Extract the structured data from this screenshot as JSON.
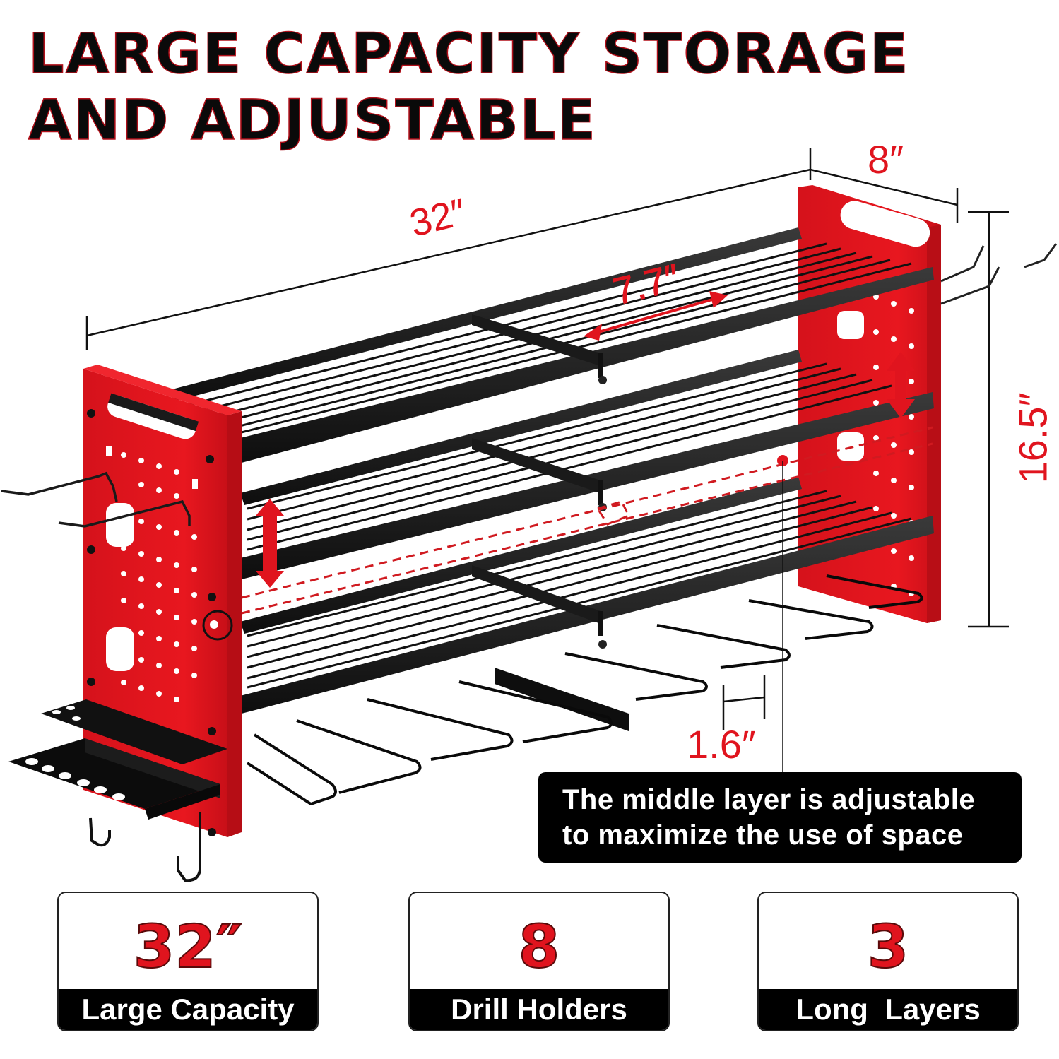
{
  "headline": {
    "line1": "LARGE CAPACITY STORAGE",
    "line2": "AND ADJUSTABLE"
  },
  "dimensions": {
    "length": "32″",
    "depth": "8″",
    "height": "16.5″",
    "shelf_section": "7.7″",
    "holder_gap": "1.6″"
  },
  "callout": {
    "line1": "The middle layer is adjustable",
    "line2": "to maximize the use of space"
  },
  "features": [
    {
      "value": "32″",
      "label": "Large Capacity"
    },
    {
      "value": "8",
      "label": "Drill Holders"
    },
    {
      "value": "3",
      "label": "Long  Layers"
    }
  ],
  "colors": {
    "accent_red": "#e0141e",
    "panel_red": "#e3161f",
    "metal_black": "#141414",
    "background": "#ffffff"
  },
  "product": {
    "shelf_count": 3,
    "drill_holder_count": 8,
    "side_panels": 2
  }
}
